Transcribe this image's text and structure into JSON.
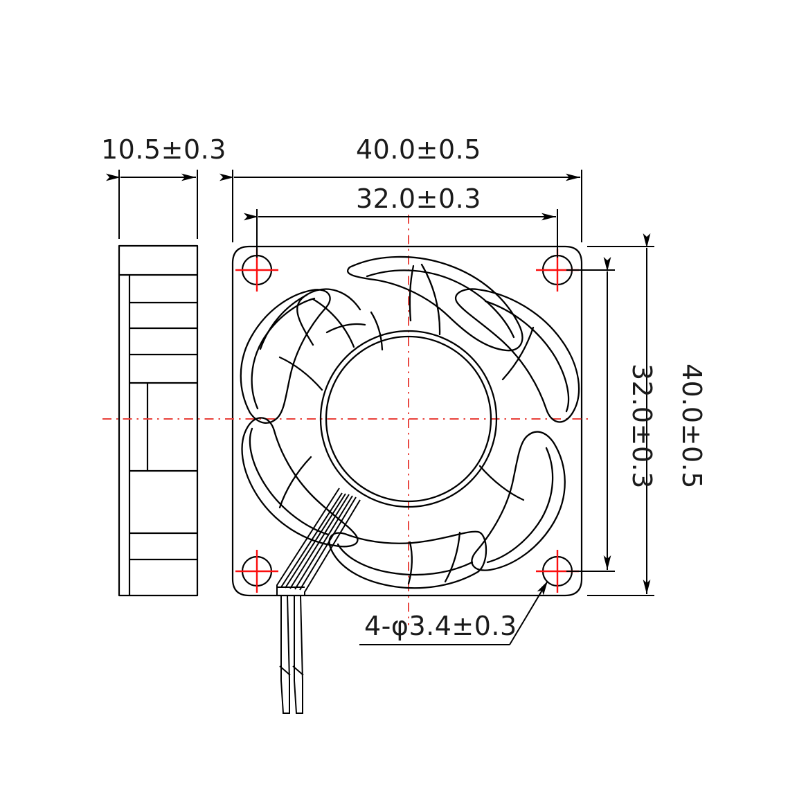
{
  "drawing": {
    "title": "Axial fan outline dimension drawing",
    "units": "mm",
    "line_color": "#000000",
    "centerline_color": "#e8403a"
  },
  "dimensions": {
    "thickness": "10.5±0.3",
    "width_overall": "40.0±0.5",
    "hole_pitch_horizontal": "32.0±0.3",
    "hole_pitch_vertical": "32.0±0.3",
    "height_overall": "40.0±0.5",
    "hole_callout": "4-φ3.4±0.3"
  },
  "views": {
    "side_view": {
      "name": "side-profile-view",
      "frame_divisions": 7
    },
    "front_view": {
      "name": "front-fan-view",
      "mounting_holes": 4,
      "blade_count": 7
    }
  }
}
